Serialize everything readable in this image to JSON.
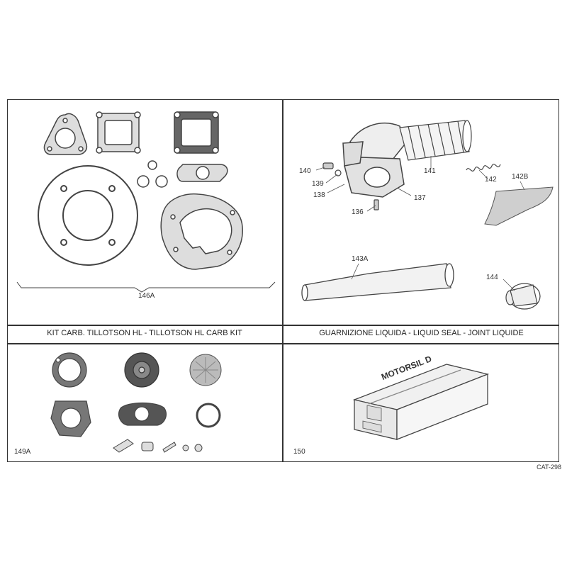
{
  "catalog_code": "CAT-298",
  "panels": {
    "gaskets": {
      "ref": "146A"
    },
    "exhaust": {
      "refs": [
        "140",
        "139",
        "138",
        "136",
        "141",
        "137",
        "142",
        "142B",
        "143A",
        "144"
      ]
    },
    "carb_kit": {
      "title": "KIT CARB. TILLOTSON HL - TILLOTSON HL  CARB KIT",
      "ref": "149A"
    },
    "liquid_seal": {
      "title": "GUARNIZIONE LIQUIDA - LIQUID SEAL - JOINT LIQUIDE",
      "ref": "150",
      "product_name": "MOTORSIL D"
    }
  },
  "colors": {
    "line": "#333333",
    "part": "#555555",
    "fill": "#e8e8e8"
  }
}
